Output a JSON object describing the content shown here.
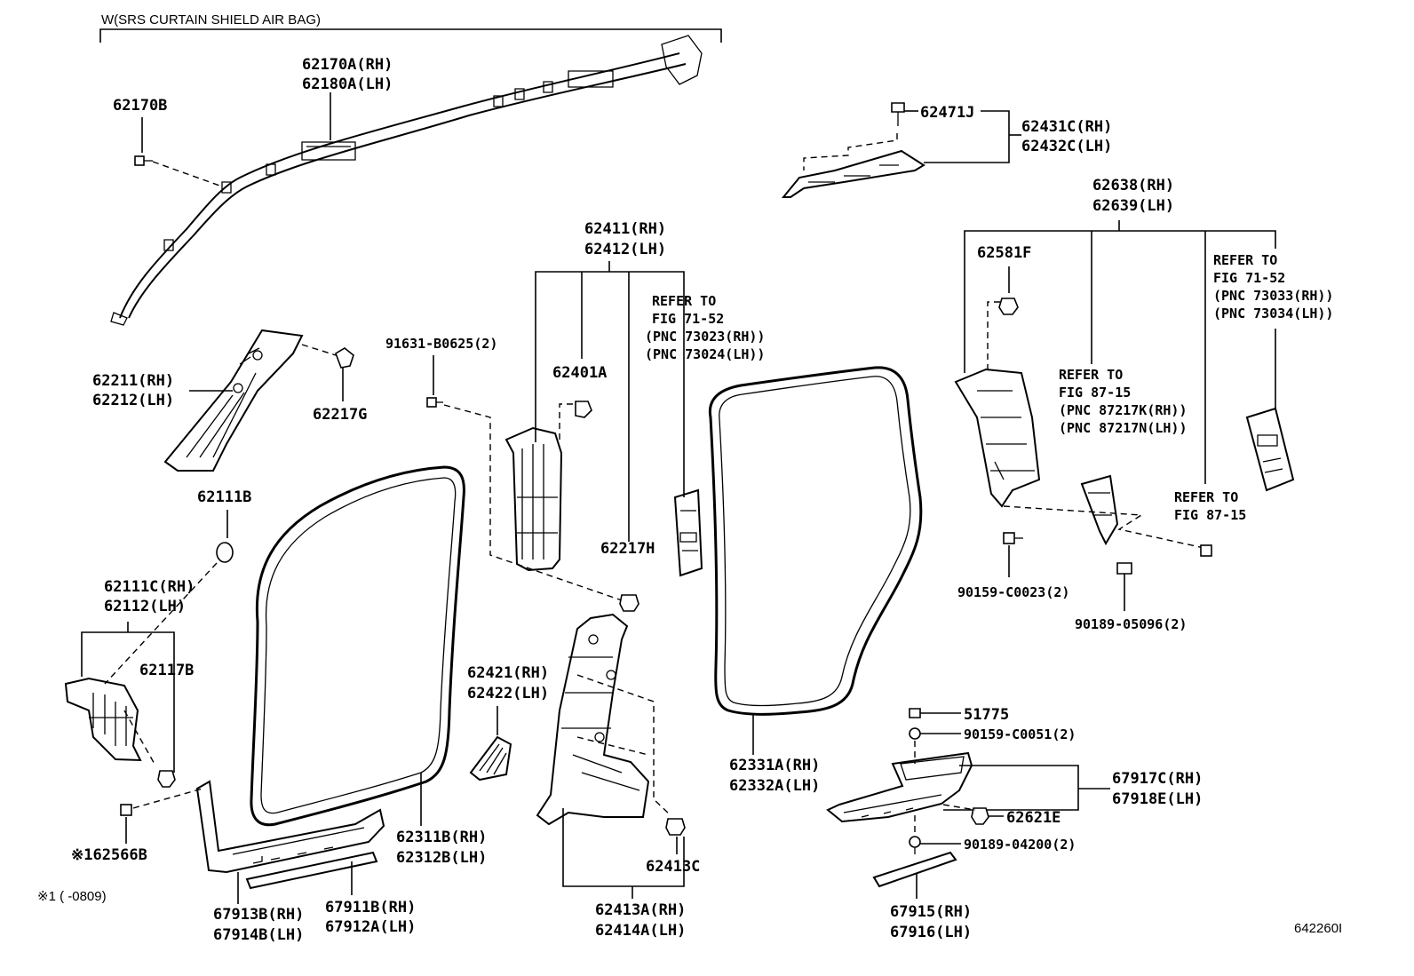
{
  "header": {
    "variant_note": "W(SRS CURTAIN SHIELD AIR BAG)"
  },
  "labels": {
    "p62170A": "62170A(RH)",
    "p62180A": "62180A(LH)",
    "p62170B": "62170B",
    "p62211": "62211(RH)",
    "p62212": "62212(LH)",
    "p62217G": "62217G",
    "p62111B": "62111B",
    "p62111C": "62111C(RH)",
    "p62112": "62112(LH)",
    "p62117B": "62117B",
    "p62566B": "※162566B",
    "p91631": "91631-B0625(2)",
    "p62411": "62411(RH)",
    "p62412": "62412(LH)",
    "p62401A": "62401A",
    "p62217H": "62217H",
    "p62421": "62421(RH)",
    "p62422": "62422(LH)",
    "p62311B": "62311B(RH)",
    "p62312B": "62312B(LH)",
    "p67913B": "67913B(RH)",
    "p67914B": "67914B(LH)",
    "p67911B": "67911B(RH)",
    "p67912A": "67912A(LH)",
    "p62413C": "62413C",
    "p62413A": "62413A(RH)",
    "p62414A": "62414A(LH)",
    "p62331A": "62331A(RH)",
    "p62332A": "62332A(LH)",
    "p62471J": "62471J",
    "p62431C": "62431C(RH)",
    "p62432C": "62432C(LH)",
    "p62638": "62638(RH)",
    "p62639": "62639(LH)",
    "p62581F": "62581F",
    "p90159C0023": "90159-C0023(2)",
    "p90189_05096": "90189-05096(2)",
    "p51775": "51775",
    "p90159C0051": "90159-C0051(2)",
    "p67917C": "67917C(RH)",
    "p67918E": "67918E(LH)",
    "p62621E": "62621E",
    "p90189_04200": "90189-04200(2)",
    "p67915": "67915(RH)",
    "p67916": "67916(LH)"
  },
  "references": {
    "ref1": {
      "title": "REFER TO",
      "fig": "FIG 71-52",
      "pnc_rh": "(PNC 73023(RH))",
      "pnc_lh": "(PNC 73024(LH))"
    },
    "ref2": {
      "title": "REFER TO",
      "fig": "FIG 71-52",
      "pnc_rh": "(PNC 73033(RH))",
      "pnc_lh": "(PNC 73034(LH))"
    },
    "ref3": {
      "title": "REFER TO",
      "fig": "FIG 87-15",
      "pnc_rh": "(PNC 87217K(RH))",
      "pnc_lh": "(PNC 87217N(LH))"
    },
    "ref4": {
      "title": "REFER TO",
      "fig": "FIG 87-15"
    }
  },
  "footnote": "※1 (      -0809)",
  "figure_code": "642260I",
  "icons": [
    "clip-icon",
    "bolt-icon",
    "screw-icon",
    "fastener-icon"
  ]
}
